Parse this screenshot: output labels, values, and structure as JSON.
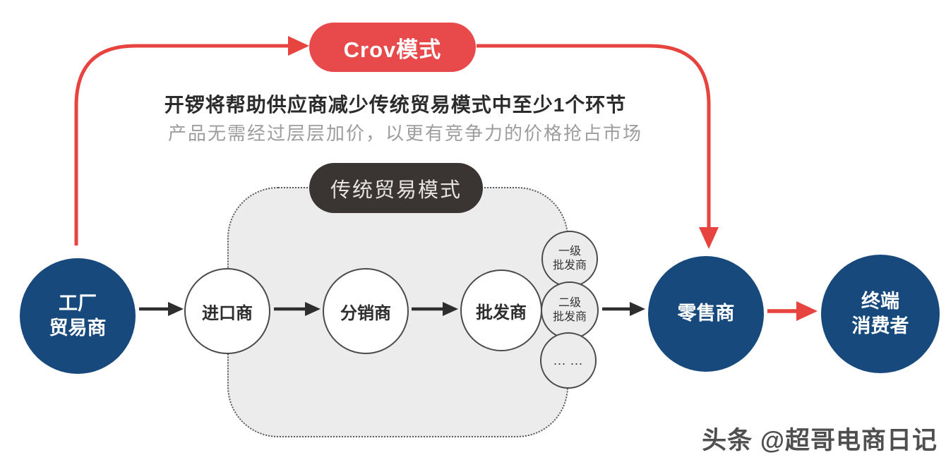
{
  "colors": {
    "accent_red": "#e8494a",
    "navy_blue": "#17497c",
    "dark_pill": "#3a3432",
    "box_background": "#ececec",
    "subtitle_gray": "#9d9d9d",
    "arrow_black": "#2e2e2e"
  },
  "crov_pill": {
    "label": "Crov模式"
  },
  "headline": "开锣将帮助供应商减少传统贸易模式中至少1个环节",
  "subtitle": "产品无需经过层层加价，以更有竞争力的价格抢占市场",
  "traditional_pill": {
    "label": "传统贸易模式"
  },
  "nodes": {
    "factory": {
      "label": "工厂\n贸易商"
    },
    "importer": {
      "label": "进口商"
    },
    "distributor": {
      "label": "分销商"
    },
    "wholesaler": {
      "label": "批发商"
    },
    "wholesaler_level1": {
      "label": "一级\n批发商"
    },
    "wholesaler_level2": {
      "label": "二级\n批发商"
    },
    "wholesaler_more": {
      "label": "... ..."
    },
    "retailer": {
      "label": "零售商"
    },
    "consumer": {
      "label": "终端\n消费者"
    }
  },
  "edges": [
    {
      "from": "factory",
      "to": "crov_pill",
      "color": "red",
      "style": "curved"
    },
    {
      "from": "crov_pill",
      "to": "retailer",
      "color": "red",
      "style": "curved"
    },
    {
      "from": "factory",
      "to": "importer",
      "color": "black",
      "style": "straight"
    },
    {
      "from": "importer",
      "to": "distributor",
      "color": "black",
      "style": "straight"
    },
    {
      "from": "distributor",
      "to": "wholesaler",
      "color": "black",
      "style": "straight"
    },
    {
      "from": "wholesaler",
      "to": "retailer",
      "color": "black",
      "style": "straight"
    },
    {
      "from": "retailer",
      "to": "consumer",
      "color": "red",
      "style": "straight"
    }
  ],
  "watermark": "头条 @超哥电商日记"
}
